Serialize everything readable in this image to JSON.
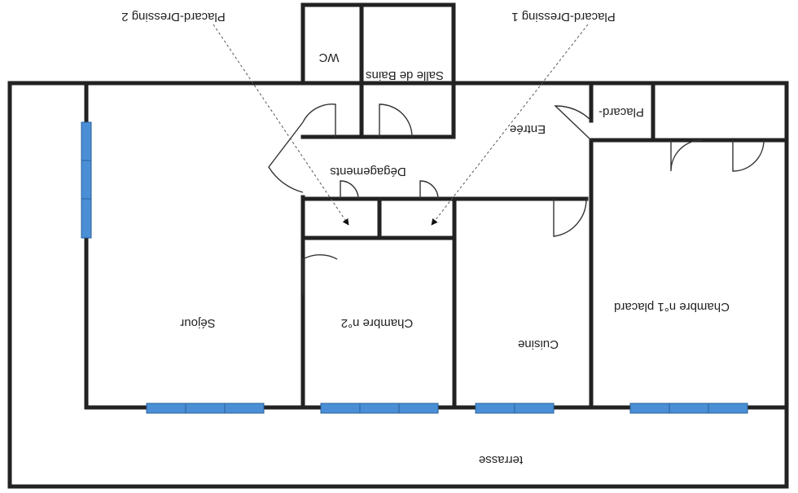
{
  "plan": {
    "orientation": "upside-down",
    "rooms": {
      "terrasse": "terrasse",
      "sejour": "Séjour",
      "chambre2": "Chambre n°2",
      "cuisine": "Cuisine",
      "chambre1": "Chambre n°1 placard",
      "degagements": "Dégagements",
      "entree": "Entrée",
      "placard": "Placard-",
      "wc": "WC",
      "salle_de_bains": "Salle de Bains",
      "placard_dressing_1": "Placard-Dressing 1",
      "placard_dressing_2": "Placard-Dressing 2"
    },
    "colors": {
      "wall": "#222222",
      "window": "#4a8fd6"
    }
  }
}
